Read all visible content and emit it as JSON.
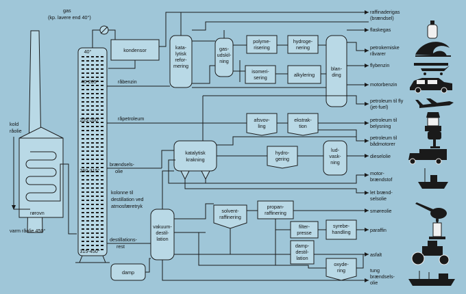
{
  "labels": {
    "gas": "gas",
    "gas_note": "(kp. lavere end 40°)",
    "kold_1": "kold",
    "kold_2": "råolie",
    "roerovn": "rørovn",
    "varm": "varm råolie 450°",
    "kondensor": "kondensor",
    "t40": "40°",
    "t40_205": "40-205°",
    "t205_260": "205-260°",
    "t260_315": "260-315°",
    "t315_450": "315-450°",
    "raabenzin": "råbenzin",
    "raapetroleum": "råpetroleum",
    "braendsels_1": "brændsels-",
    "braendsels_2": "olie",
    "kolonne_1": "kolonne til",
    "kolonne_2": "destillation ved",
    "kolonne_3": "atmosfæretryk",
    "destillations_1": "destillations-",
    "destillations_2": "rest",
    "damp": "damp",
    "kat_ref_1": "kata-",
    "kat_ref_2": "lytisk",
    "kat_ref_3": "refor-",
    "kat_ref_4": "mering",
    "gasudskil_1": "gas-",
    "gasudskil_2": "udskil-",
    "gasudskil_3": "ning",
    "polymer_1": "polyme-",
    "polymer_2": "risering",
    "hydrogen1_1": "hydroge-",
    "hydrogen1_2": "nering",
    "isomer_1": "isomeri-",
    "isomer_2": "sering",
    "alkylering": "alkylering",
    "blanding_1": "blan-",
    "blanding_2": "ding",
    "afsvovling_1": "afsvov-",
    "afsvovling_2": "ling",
    "ekstraktion_1": "ekstrak-",
    "ekstraktion_2": "tion",
    "kat_krak_1": "katalytisk",
    "kat_krak_2": "krakning",
    "hydrogen2_1": "hydro-",
    "hydrogen2_2": "gering",
    "ludvask_1": "lud-",
    "ludvask_2": "vask-",
    "ludvask_3": "ning",
    "vakuum_1": "vakuum-",
    "vakuum_2": "destil-",
    "vakuum_3": "lation",
    "solvent_1": "solvent-",
    "solvent_2": "raffinering",
    "propan_1": "propan-",
    "propan_2": "raffinering",
    "filter_1": "filter-",
    "filter_2": "presse",
    "syrebe_1": "syrebe-",
    "syrebe_2": "handling",
    "dampdestil_1": "damp-",
    "dampdestil_2": "destil-",
    "dampdestil_3": "lation",
    "oxyd_1": "oxyde-",
    "oxyd_2": "ring"
  },
  "products": {
    "raffinaderigas_1": "raffinaderigas",
    "raffinaderigas_2": "(brændsel)",
    "flaskegas": "flaskegas",
    "petrokem_1": "petrokemiske",
    "petrokem_2": "råvarer",
    "flybenzin": "flybenzin",
    "motorbenzin": "motorbenzin",
    "petfly_1": "petroleum til fly",
    "petfly_2": "(jet-fuel)",
    "petbel_1": "petroleum til",
    "petbel_2": "belysning",
    "petbaad_1": "petroleum til",
    "petbaad_2": "bådmotorer",
    "dieselolie": "dieselolie",
    "motorbr_1": "motor-",
    "motorbr_2": "brændstof",
    "letbr_1": "let brænd-",
    "letbr_2": "selsolie",
    "smoereolie": "smøreolie",
    "paraffin": "paraffin",
    "asfalt": "asfalt",
    "tung_1": "tung",
    "tung_2": "brændsels-",
    "tung_3": "olie"
  },
  "colors": {
    "background": "#9fc6d8",
    "box_fill": "#b9d9e6",
    "ink": "#1a1a1a"
  }
}
